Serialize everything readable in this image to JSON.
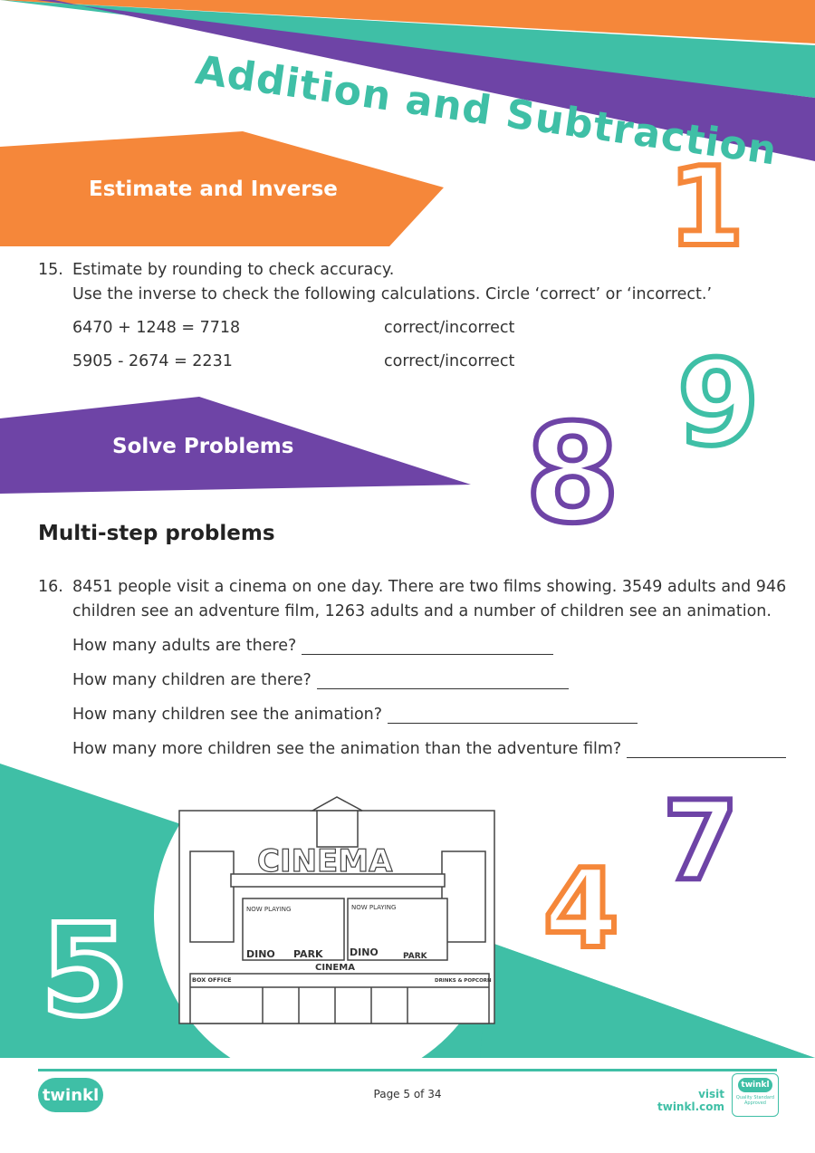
{
  "colors": {
    "orange": "#f5873a",
    "teal": "#3fbfa6",
    "purple": "#6e44a6"
  },
  "header": {
    "title": "Addition and Subtraction"
  },
  "section_estimate": {
    "banner": "Estimate and Inverse",
    "question_number": "15.",
    "line1": "Estimate by rounding to check accuracy.",
    "line2": "Use the inverse to check the following calculations. Circle ‘correct’ or ‘incorrect.’",
    "calculations": [
      {
        "equation": "6470 + 1248 = 7718",
        "answer": "correct/incorrect"
      },
      {
        "equation": "5905 - 2674 = 2231",
        "answer": "correct/incorrect"
      }
    ]
  },
  "section_solve": {
    "banner": "Solve Problems",
    "heading": "Multi-step problems",
    "question_number": "16.",
    "line1": "8451 people visit a cinema on one day. There are two films showing. 3549 adults and 946",
    "line2": "children see an adventure film, 1263 adults and a number of children see an animation.",
    "prompts": [
      "How many adults are there?",
      "How many children are there?",
      "How many children see the animation?",
      "How many more children see the animation than the adventure film?"
    ]
  },
  "illustration": {
    "sign": "CINEMA",
    "now_playing": "NOW PLAYING",
    "film_word1": "DINO",
    "film_word2": "PARK",
    "marquee": "CINEMA",
    "box_office": "BOX OFFICE",
    "drinks": "DRINKS & POPCORN"
  },
  "decor_digits": [
    "1",
    "9",
    "8",
    "5",
    "4",
    "7"
  ],
  "footer": {
    "logo": "twinkl",
    "page": "Page 5 of 34",
    "site": "visit twinkl.com",
    "badge_logo": "twinkl",
    "badge_text": "Quality Standard Approved"
  }
}
